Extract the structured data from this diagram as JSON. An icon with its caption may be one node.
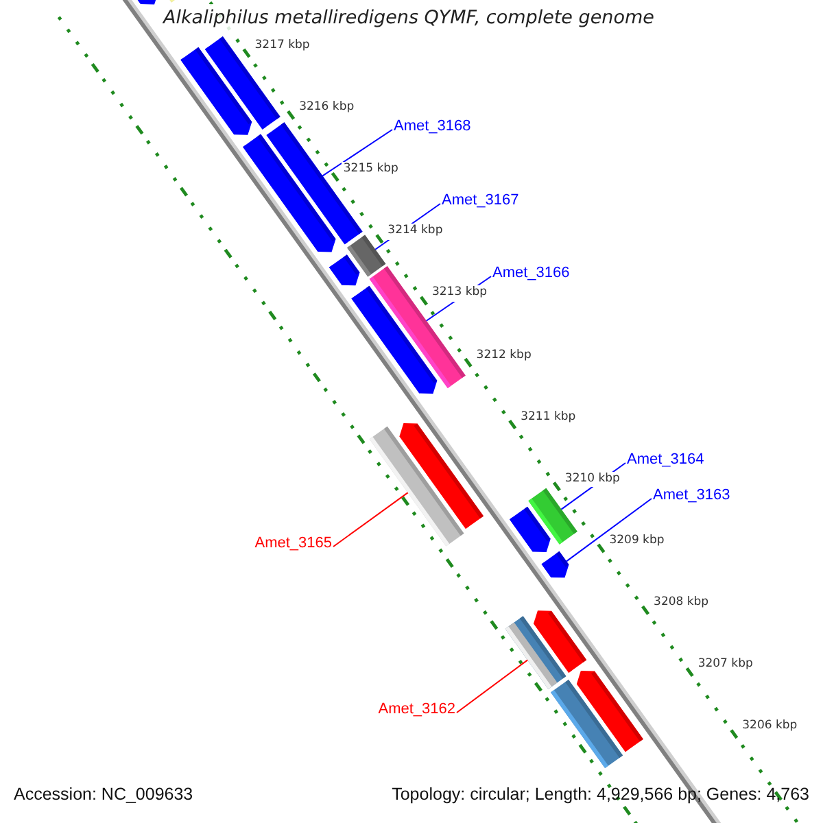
{
  "diagram": {
    "title": "Alkaliphilus metalliredigens QYMF, complete genome",
    "nodes": [
      {
        "text": [
          "Amet_3168"
        ]
      },
      {
        "text": [
          "Amet_3167"
        ]
      },
      {
        "text": [
          "Amet_3166"
        ]
      },
      {
        "text": [
          "Amet_3164"
        ]
      },
      {
        "text": [
          "Amet_3163"
        ]
      },
      {
        "text": [
          "Amet_3165"
        ]
      },
      {
        "text": [
          "Amet_3162"
        ]
      },
      {
        "text": [],
        "shape": "bar"
      },
      {
        "text": [],
        "shape": "bar"
      },
      {
        "text": [],
        "shape": "bar"
      },
      {
        "text": [],
        "shape": "bar"
      },
      {
        "text": [],
        "shape": "bar"
      },
      {
        "text": [],
        "shape": "bar"
      },
      {
        "text": [],
        "shape": "bar"
      },
      {
        "text": [],
        "shape": "bar"
      },
      {
        "text": [],
        "shape": "bar"
      },
      {
        "text": [],
        "shape": "bar"
      },
      {
        "text": [],
        "shape": "bar"
      },
      {
        "text": [],
        "shape": "bar"
      },
      {
        "text": [],
        "shape": "bar"
      },
      {
        "text": [],
        "shape": "bar"
      },
      {
        "text": [],
        "shape": "bar"
      },
      {
        "text": [],
        "shape": "bar"
      },
      {
        "text": [],
        "shape": "bar"
      },
      {
        "text": [],
        "shape": "bar"
      },
      {
        "text": [],
        "shape": "bar"
      }
    ],
    "edges": [
      {
        "from": 0,
        "to": 12,
        "arrow": "none"
      },
      {
        "from": 1,
        "to": 14,
        "arrow": "none"
      },
      {
        "from": 2,
        "to": 16,
        "arrow": "none"
      },
      {
        "from": 3,
        "to": 19,
        "arrow": "none"
      },
      {
        "from": 4,
        "to": 21,
        "arrow": "none"
      },
      {
        "from": 5,
        "to": 17,
        "arrow": "none",
        "color": "#ff0000"
      },
      {
        "from": 6,
        "to": 22,
        "arrow": "none",
        "color": "#ff0000"
      }
    ],
    "labels": [
      "3217 kbp",
      "3216 kbp",
      "3215 kbp",
      "3214 kbp",
      "3213 kbp",
      "3212 kbp",
      "3211 kbp",
      "3210 kbp",
      "3209 kbp",
      "3208 kbp",
      "3207 kbp",
      "3206 kbp",
      "Accession: NC_009633",
      "Topology: circular; Length: 4,929,566 bp; Genes: 4,763"
    ]
  }
}
